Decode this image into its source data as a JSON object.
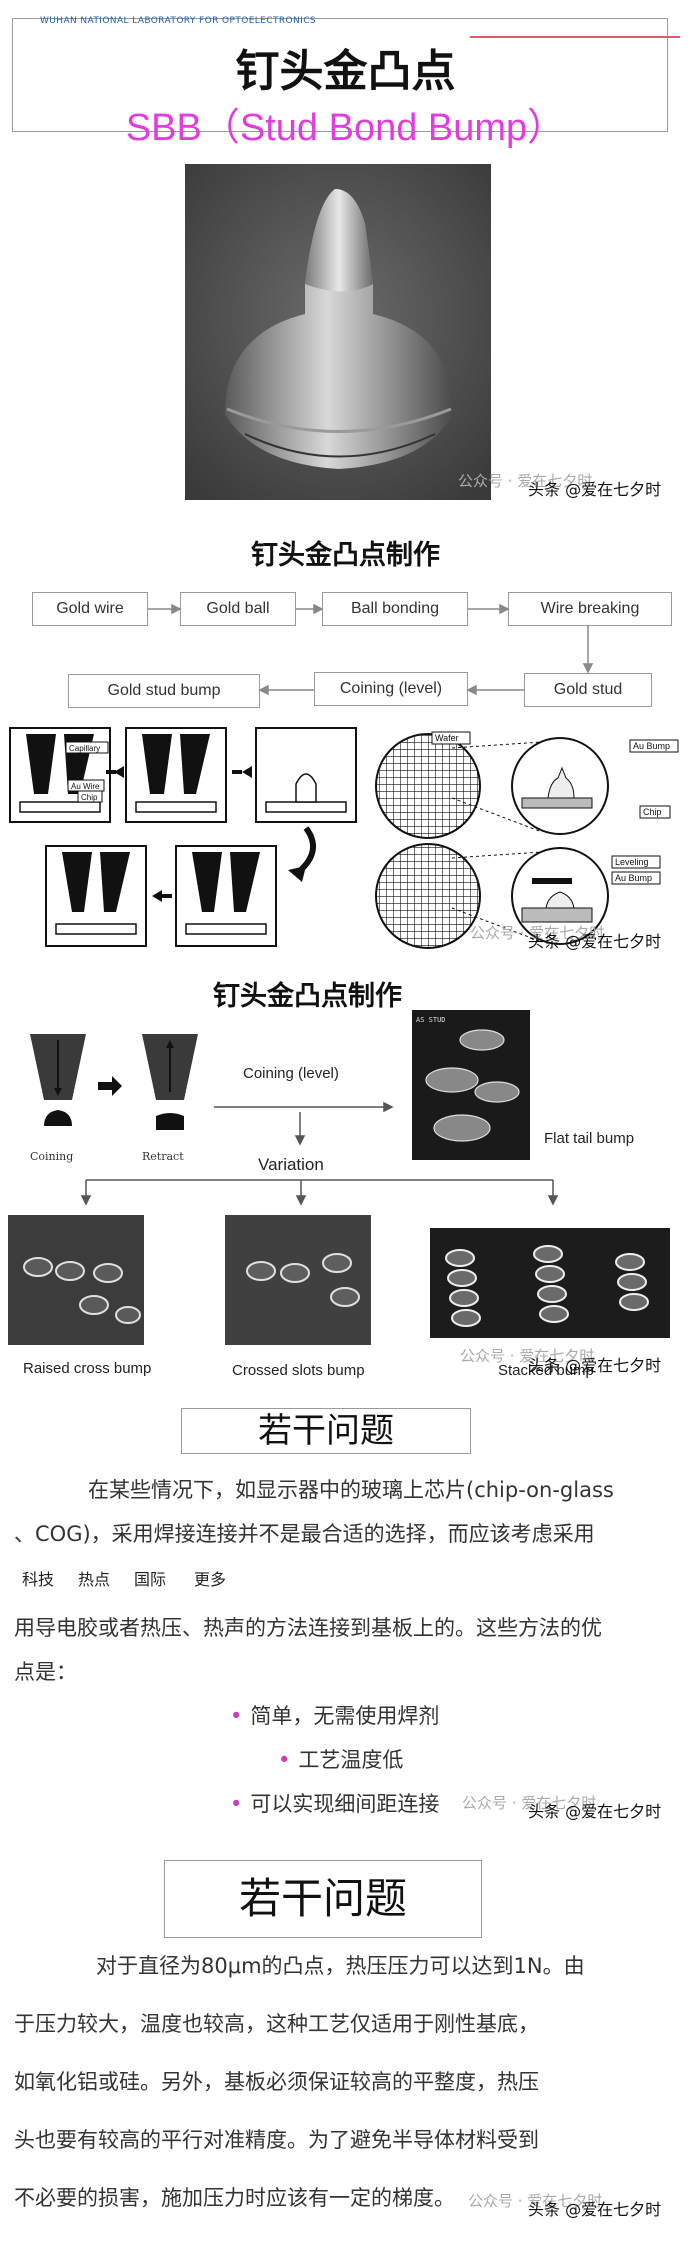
{
  "slide1": {
    "lab_name": "WUHAN NATIONAL LABORATORY FOR OPTOELECTRONICS",
    "title_cn": "钉头金凸点",
    "title_en": "SBB（Stud Bond Bump）"
  },
  "watermark_text": "公众号 · 爱在七夕时",
  "source_label": "头条 @爱在七夕时",
  "slide2": {
    "title": "钉头金凸点制作",
    "flow": {
      "gold_wire": "Gold wire",
      "gold_ball": "Gold ball",
      "ball_bonding": "Ball bonding",
      "wire_breaking": "Wire breaking",
      "gold_stud": "Gold stud",
      "coining": "Coining (level)",
      "gold_stud_bump": "Gold stud bump"
    },
    "labels": {
      "capillary": "Capillary",
      "au_wire": "Au Wire",
      "chip": "Chip",
      "wafer": "Wafer",
      "au_bump": "Au Bump",
      "chip2": "Chip",
      "leveling": "Leveling",
      "au_bump2": "Au Bump"
    }
  },
  "slide3": {
    "title": "钉头金凸点制作",
    "coining": "Coining",
    "retract": "Retract",
    "coining_level": "Coining (level)",
    "variation": "Variation",
    "flat_tail_bump": "Flat tail bump",
    "photo_label": "AS STUD",
    "raised_cross_bump": "Raised cross bump",
    "crossed_slots_bump": "Crossed slots bump",
    "stacked_bump": "Stacked bump"
  },
  "slide4": {
    "title": "若干问题",
    "para_line1": "在某些情况下，如显示器中的玻璃上芯片(chip-on-glass",
    "para_line2": "、COG)，采用焊接连接并不是最合适的选择，而应该考虑采用",
    "para_line3": "用导电胶或者热压、热声的方法连接到基板上的。这些方法的优",
    "para_line4": "点是：",
    "bullets": [
      "简单，无需使用焊剂",
      "工艺温度低",
      "可以实现细间距连接"
    ]
  },
  "nav": {
    "items": [
      "科技",
      "热点",
      "国际",
      "更多"
    ]
  },
  "slide5": {
    "title": "若干问题",
    "lines": [
      "对于直径为80μm的凸点，热压压力可以达到1N。由",
      "于压力较大，温度也较高，这种工艺仅适用于刚性基底，",
      "如氧化铝或硅。另外，基板必须保证较高的平整度，热压",
      "头也要有较高的平行对准精度。为了避免半导体材料受到",
      "不必要的损害，施加压力时应该有一定的梯度。"
    ]
  }
}
